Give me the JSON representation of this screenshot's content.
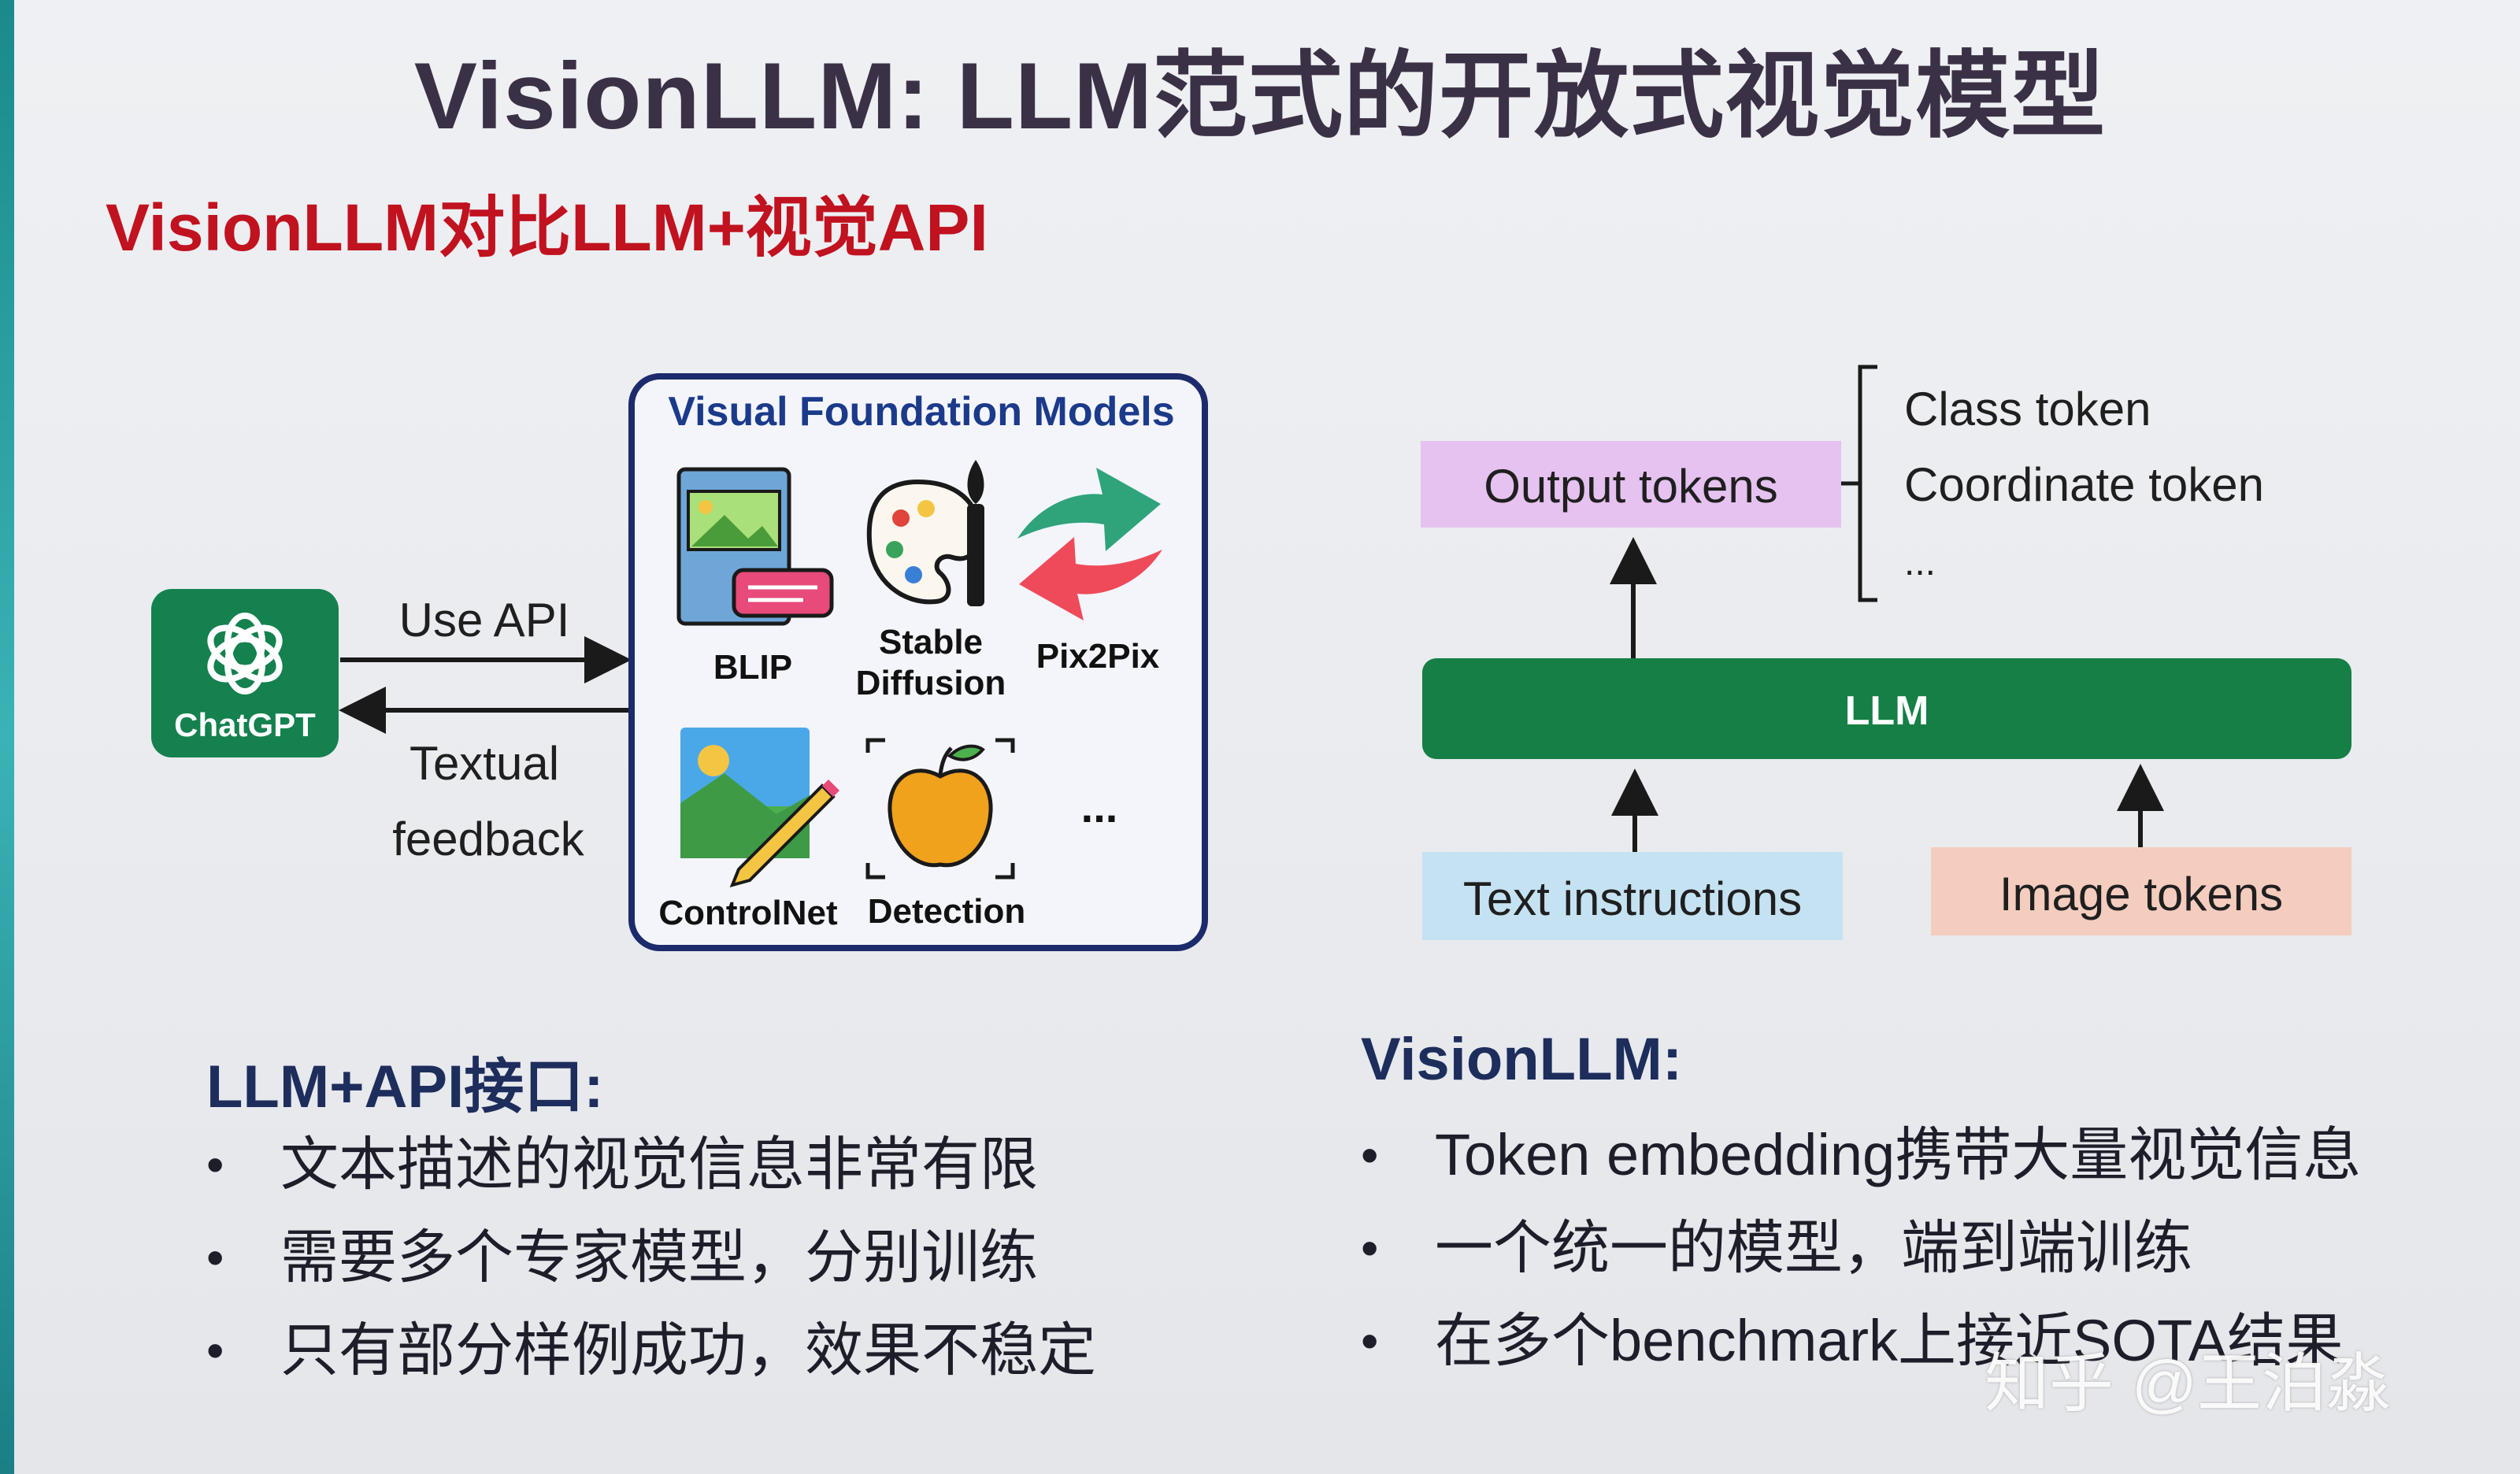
{
  "title": "VisionLLM: LLM范式的开放式视觉模型",
  "section_heading": "VisionLLM对比LLM+视觉API",
  "left_diagram": {
    "chatgpt_label": "ChatGPT",
    "use_api_label": "Use API",
    "feedback_line1": "Textual",
    "feedback_line2": "feedback",
    "vfm_title": "Visual Foundation Models",
    "models": [
      {
        "name": "BLIP"
      },
      {
        "name_line1": "Stable",
        "name_line2": "Diffusion"
      },
      {
        "name": "Pix2Pix"
      },
      {
        "name": "ControlNet"
      },
      {
        "name": "Detection"
      },
      {
        "name": "..."
      }
    ]
  },
  "right_diagram": {
    "output_tokens": "Output tokens",
    "bracket_items": [
      "Class token",
      "Coordinate token",
      "..."
    ],
    "llm_label": "LLM",
    "text_instructions": "Text instructions",
    "image_tokens": "Image tokens"
  },
  "left_points": {
    "heading": "LLM+API接口:",
    "items": [
      "文本描述的视觉信息非常有限",
      "需要多个专家模型，分别训练",
      "只有部分样例成功，效果不稳定"
    ]
  },
  "right_points": {
    "heading": "VisionLLM:",
    "items": [
      "Token embedding携带大量视觉信息",
      "一个统一的模型，端到端训练",
      "在多个benchmark上接近SOTA结果"
    ]
  },
  "watermark": "知乎 @王泊淼",
  "colors": {
    "title": "#3b3146",
    "section_heading": "#c1121f",
    "chatgpt_green": "#14814f",
    "llm_green": "#157f45",
    "vfm_border": "#1b2b6b",
    "output_pink": "#e6c2f0",
    "text_blue": "#c5e2f2",
    "image_salmon": "#f4cdbf"
  }
}
